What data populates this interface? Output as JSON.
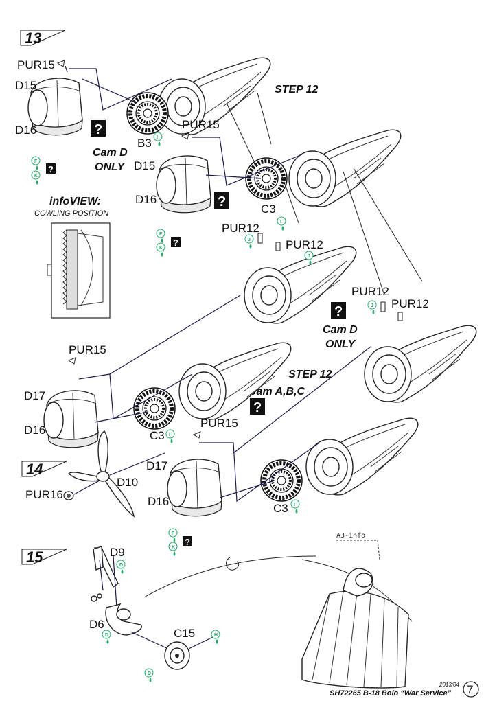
{
  "steps": {
    "step13": "13",
    "step14": "14",
    "step15": "15"
  },
  "sub_steps": {
    "step12_upper": "STEP 12",
    "step12_lower": "STEP 12",
    "cam_abc": "Cam A,B,C"
  },
  "notes": {
    "camd_1_line1": "Cam D",
    "camd_1_line2": "ONLY",
    "camd_2_line1": "Cam D",
    "camd_2_line2": "ONLY"
  },
  "info_view": {
    "title": "infoVIEW:",
    "subtitle": "COWLING POSITION"
  },
  "part_labels": {
    "pur15_a": "PUR15",
    "d15_a": "D15",
    "d16_a": "D16",
    "b3": "B3",
    "pur15_b": "PUR15",
    "d15_b": "D15",
    "d16_b": "D16",
    "c3_a": "C3",
    "pur12_a": "PUR12",
    "pur12_b": "PUR12",
    "pur12_c": "PUR12",
    "pur12_d": "PUR12",
    "pur15_c": "PUR15",
    "d17_a": "D17",
    "d16_c": "D16",
    "c3_b": "C3",
    "pur15_d": "PUR15",
    "d17_b": "D17",
    "d16_d": "D16",
    "c3_c": "C3",
    "d10": "D10",
    "pur16": "PUR16",
    "d9": "D9",
    "d6": "D6",
    "c15": "C15"
  },
  "paint_codes": {
    "I": "I",
    "F": "F",
    "K": "K",
    "J": "J",
    "D": "D",
    "H": "H"
  },
  "qmark": "?",
  "a3_info": "A3-info",
  "footer": {
    "date": "2013/04",
    "kit": "SH72265 B-18 Bolo “War Service”",
    "page": "7"
  }
}
